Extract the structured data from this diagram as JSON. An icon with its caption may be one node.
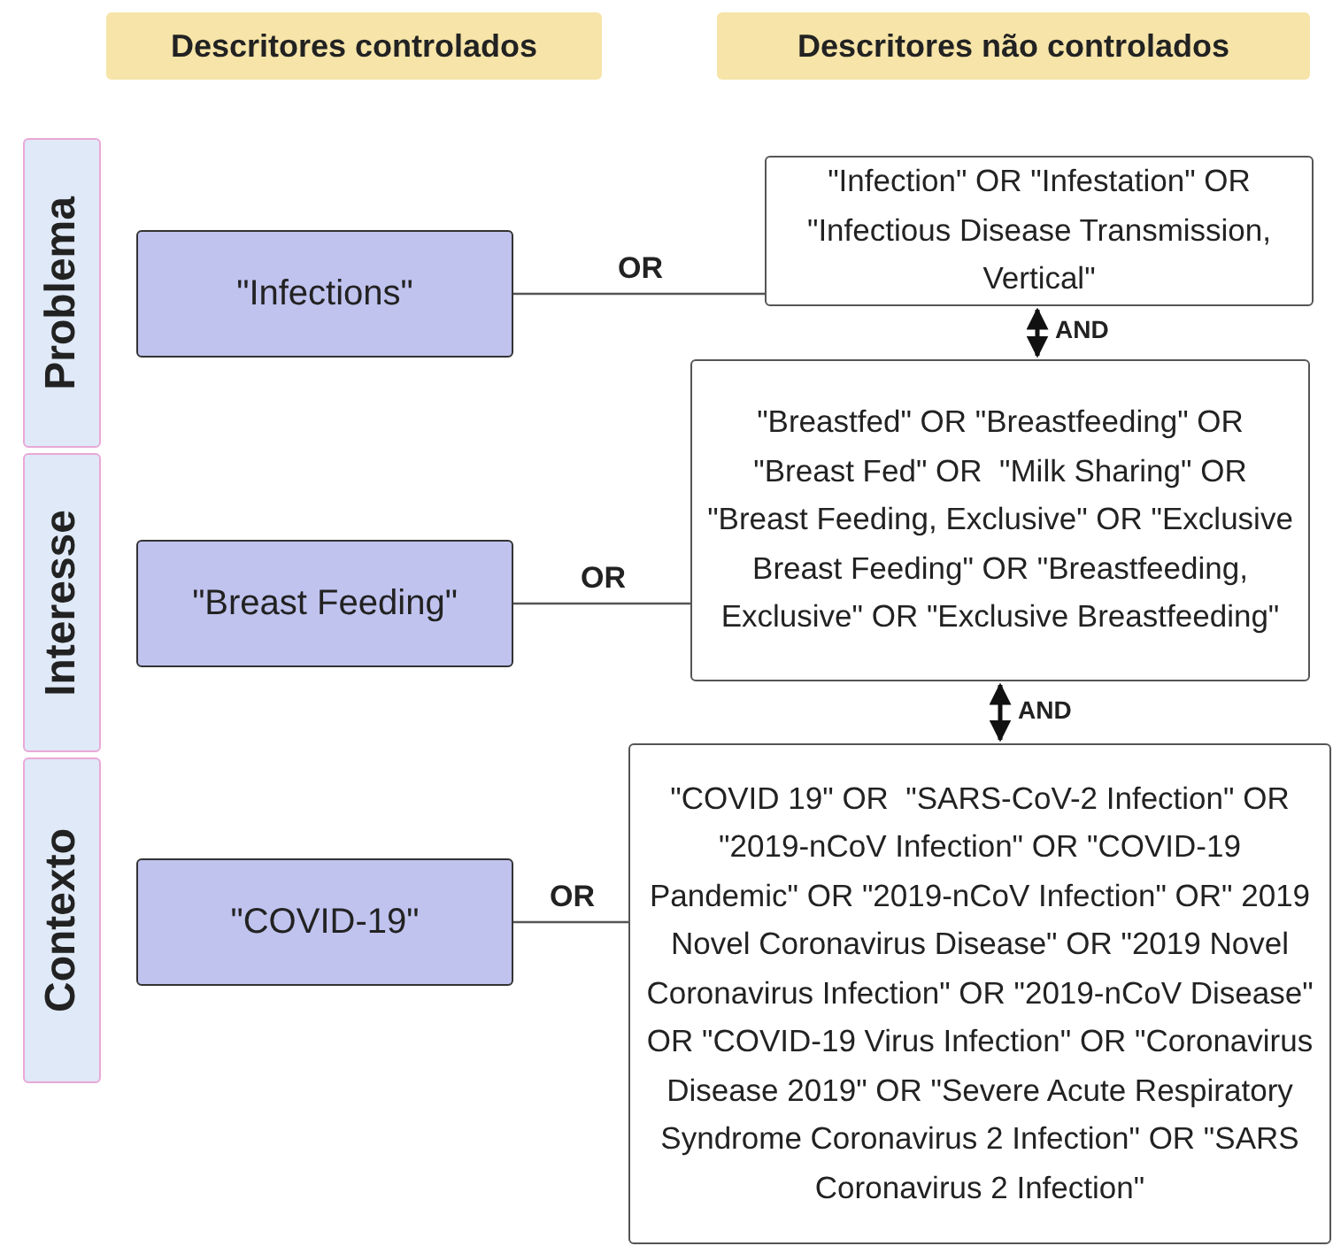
{
  "diagram": {
    "nodes": [
      {
        "text": [
          "Descritores controlados"
        ]
      },
      {
        "text": [
          "Descritores não controlados"
        ]
      },
      {
        "text": [
          "Problema"
        ]
      },
      {
        "text": [
          "Interesse"
        ]
      },
      {
        "text": [
          "Contexto"
        ]
      },
      {
        "text": [
          "\"Infections\""
        ]
      },
      {
        "text": [
          "\"Infection\" OR \"Infestation\" OR \"Infectious Disease Transmission, Vertical\""
        ]
      },
      {
        "text": [
          "\"Breast Feeding\""
        ]
      },
      {
        "text": [
          "\"Breastfed\" OR \"Breastfeeding\" OR \"Breast Fed\" OR  \"Milk Sharing\" OR \"Breast Feeding, Exclusive\" OR \"Exclusive Breast Feeding\" OR \"Breastfeeding, Exclusive\" OR \"Exclusive Breastfeeding\""
        ]
      },
      {
        "text": [
          "\"COVID-19\""
        ]
      },
      {
        "text": [
          "\"COVID 19\" OR  \"SARS-CoV-2 Infection\" OR \"2019-nCoV Infection\" OR \"COVID-19 Pandemic\" OR \"2019-nCoV Infection\" OR\" 2019 Novel Coronavirus Disease\" OR \"2019 Novel Coronavirus Infection\" OR \"2019-nCoV Disease\" OR \"COVID-19 Virus Infection\" OR \"Coronavirus Disease 2019\" OR \"Severe Acute Respiratory Syndrome Coronavirus 2 Infection\" OR \"SARS Coronavirus 2 Infection\""
        ]
      }
    ],
    "edges": [
      {
        "from": 5,
        "to": 6,
        "arrow": "none",
        "label": "OR"
      },
      {
        "from": 6,
        "to": 8,
        "arrow": "both",
        "label": "AND"
      },
      {
        "from": 7,
        "to": 8,
        "arrow": "none",
        "label": "OR"
      },
      {
        "from": 8,
        "to": 10,
        "arrow": "both",
        "label": "AND"
      },
      {
        "from": 9,
        "to": 10,
        "arrow": "none",
        "label": "OR"
      }
    ]
  }
}
